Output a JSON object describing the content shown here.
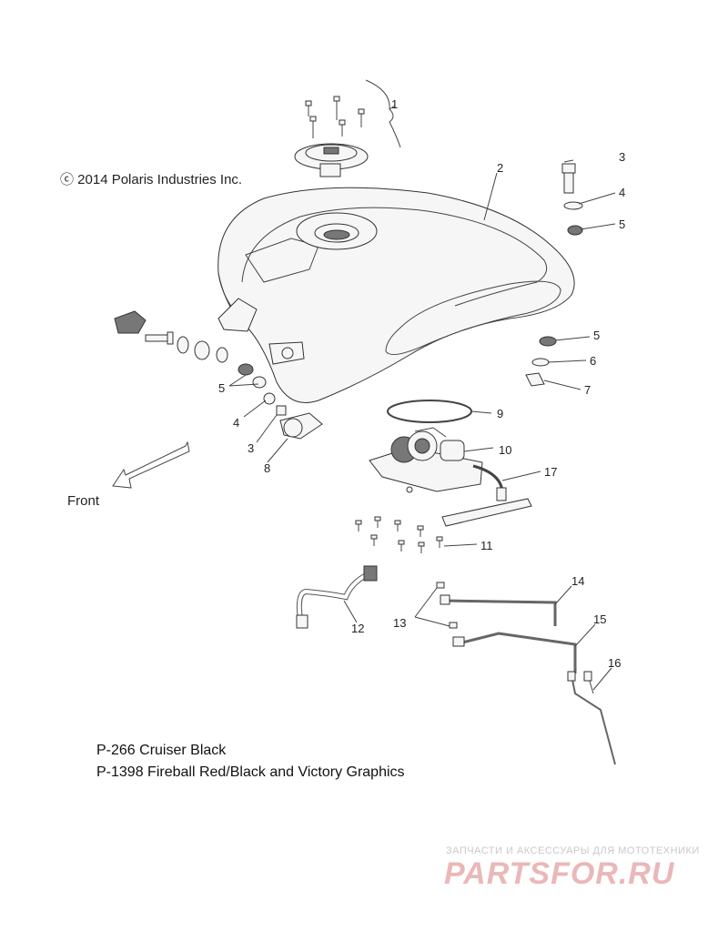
{
  "copyright": "ⓒ 2014 Polaris Industries Inc.",
  "direction_label": "Front",
  "callouts": {
    "c1": "1",
    "c2": "2",
    "c3a": "3",
    "c4a": "4",
    "c5a": "5",
    "c5b": "5",
    "c6": "6",
    "c7": "7",
    "c5c": "5",
    "c4b": "4",
    "c3b": "3",
    "c8": "8",
    "c9": "9",
    "c10": "10",
    "c17": "17",
    "c11": "11",
    "c12": "12",
    "c13": "13",
    "c14": "14",
    "c15": "15",
    "c16": "16"
  },
  "legend": {
    "line1": "P-266  Cruiser Black",
    "line2": "P-1398 Fireball Red/Black and Victory Graphics"
  },
  "watermark": {
    "tagline": "ЗАПЧАСТИ И АКСЕССУАРЫ ДЛЯ МОТОТЕХНИКИ",
    "logo": "PARTSFOR.RU"
  }
}
